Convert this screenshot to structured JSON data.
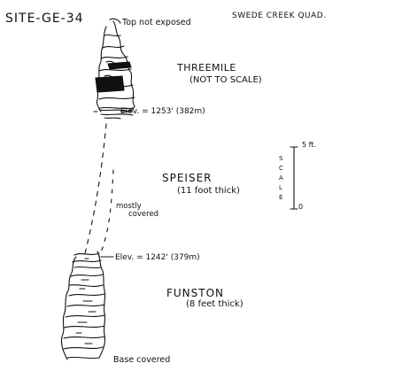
{
  "site_id": "SITE-GE-34",
  "quadrangle": "SWEDE CREEK QUAD.",
  "top_note": "Top not exposed",
  "base_note": "Base covered",
  "threemile": {
    "name": "THREEMILE",
    "note": "(NOT TO SCALE)"
  },
  "elevation_upper": "Elev. = 1253' (382m)",
  "speiser": {
    "name": "SPEISER",
    "note": "(11 foot thick)"
  },
  "covered_note": {
    "line1": "mostly",
    "line2": "covered"
  },
  "elevation_lower": "Elev. = 1242' (379m)",
  "funston": {
    "name": "FUNSTON",
    "note": "(8 feet thick)"
  },
  "scale": {
    "letters": [
      "S",
      "C",
      "A",
      "L",
      "E"
    ],
    "top_label": "5 ft.",
    "bottom_label": "0"
  },
  "colors": {
    "ink": "#111111",
    "paper": "#ffffff"
  }
}
